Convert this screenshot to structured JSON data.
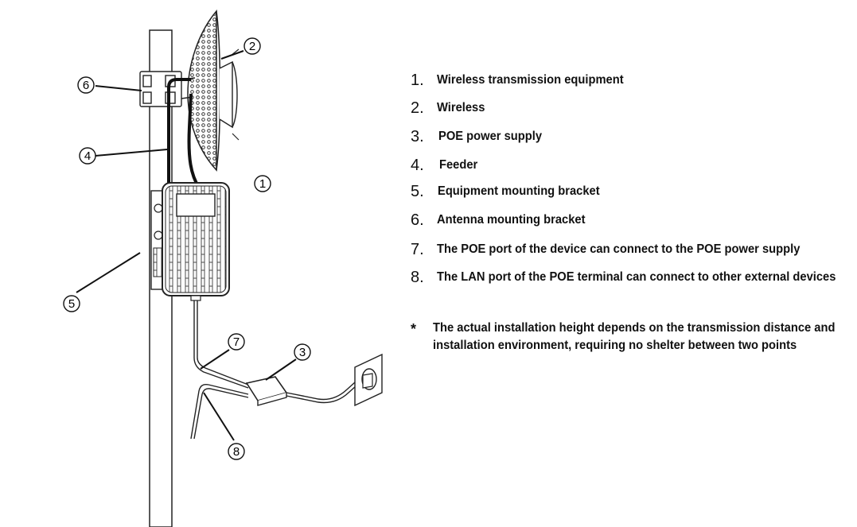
{
  "callouts": [
    "1",
    "2",
    "3",
    "4",
    "5",
    "6",
    "7",
    "8"
  ],
  "legend": [
    {
      "num": "1.",
      "text": "Wireless transmission equipment"
    },
    {
      "num": "2.",
      "text": "Wireless"
    },
    {
      "num": "3.",
      "text": "POE power supply"
    },
    {
      "num": "4.",
      "text": "Feeder"
    },
    {
      "num": "5.",
      "text": "Equipment mounting bracket"
    },
    {
      "num": "6.",
      "text": "Antenna mounting bracket"
    },
    {
      "num": "7.",
      "text": "The POE port of the device can connect to the POE power supply"
    },
    {
      "num": "8.",
      "text": "The LAN port of the POE terminal can connect to other external devices"
    }
  ],
  "note": {
    "symbol": "*",
    "line1": "The actual installation height depends on the transmission distance and",
    "line2": "installation environment, requiring no shelter between two points"
  }
}
